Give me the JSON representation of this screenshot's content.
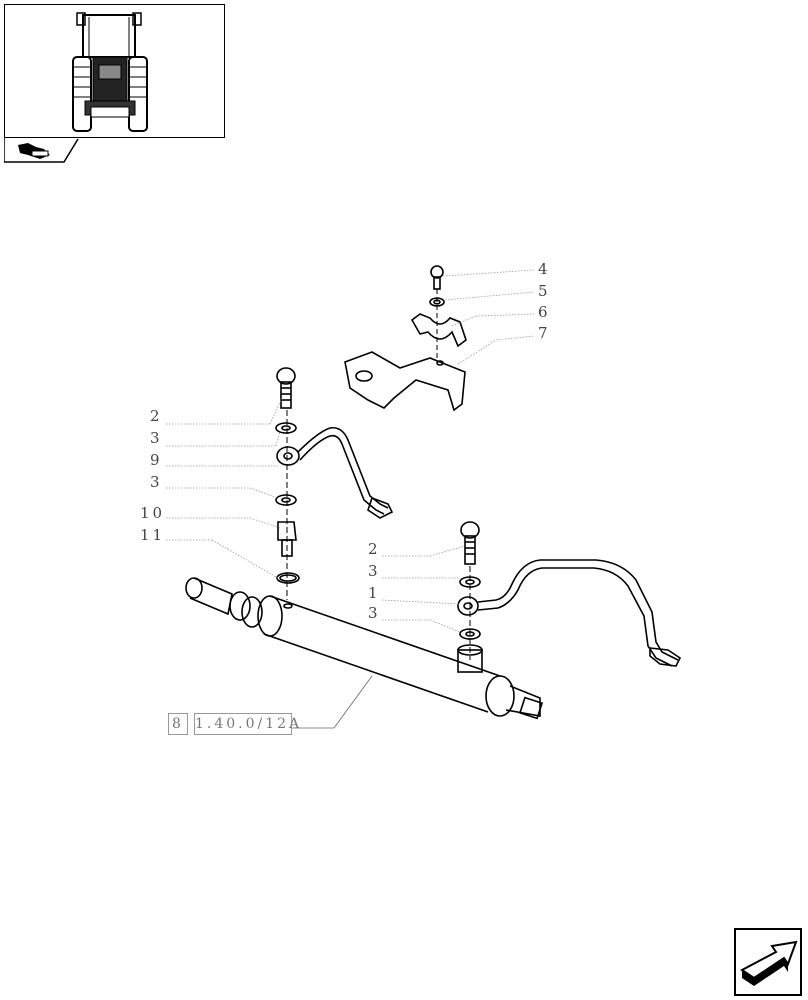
{
  "thumbnail": {
    "icon": "tractor-front-view-icon",
    "tab_icon": "section-group-icon"
  },
  "callouts": [
    {
      "id": "c4",
      "text": "4"
    },
    {
      "id": "c5",
      "text": "5"
    },
    {
      "id": "c6",
      "text": "6"
    },
    {
      "id": "c7",
      "text": "7"
    },
    {
      "id": "c2a",
      "text": "2"
    },
    {
      "id": "c3a",
      "text": "3"
    },
    {
      "id": "c9",
      "text": "9"
    },
    {
      "id": "c3b",
      "text": "3"
    },
    {
      "id": "c10",
      "text": "10"
    },
    {
      "id": "c11",
      "text": "11"
    },
    {
      "id": "c2b",
      "text": "2"
    },
    {
      "id": "c3c",
      "text": "3"
    },
    {
      "id": "c1",
      "text": "1"
    },
    {
      "id": "c3d",
      "text": "3"
    }
  ],
  "reference": {
    "section": "8",
    "code": "1.40.0/12A"
  },
  "navigation": {
    "next_icon": "next-page-arrow-icon"
  }
}
